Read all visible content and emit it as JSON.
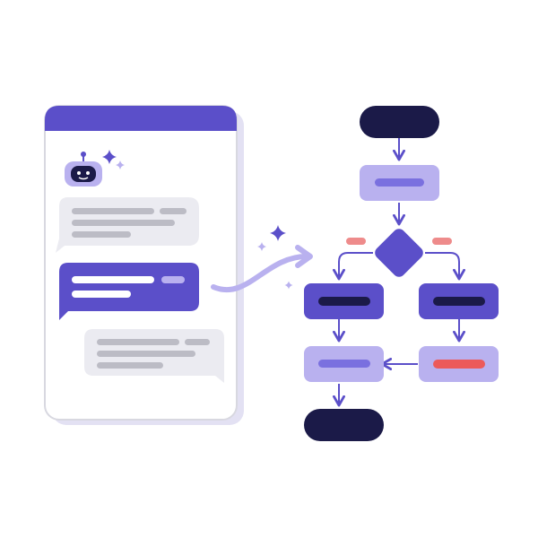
{
  "colors": {
    "background": "#ffffff",
    "primary": "#5b4fc9",
    "primary_light": "#b9b1ef",
    "navy": "#1b1a48",
    "bar_light": "#7a70df",
    "alert": "#ec5a5a",
    "alert_soft": "#ee8b8b",
    "gray": "#bcbcc5",
    "gray_dark": "#9fa0ab",
    "bubble_bg": "#ebebf1",
    "panel_border": "#d8d8e0",
    "panel_shadow": "#e3e1f3",
    "white": "#ffffff"
  },
  "icons": {
    "assistant": "robot-icon",
    "sparkle": "sparkle-icon",
    "transform": "curved-arrow-icon",
    "decision": "diamond-icon",
    "flow": "arrow-down-icon"
  },
  "chat": {
    "messages": [
      {
        "sender": "assistant",
        "style": "light",
        "lines": 3
      },
      {
        "sender": "user",
        "style": "primary",
        "lines": 2
      },
      {
        "sender": "assistant",
        "style": "light",
        "lines": 3
      }
    ]
  },
  "flowchart": {
    "nodes": [
      {
        "id": "start",
        "kind": "terminal",
        "style": "navy"
      },
      {
        "id": "step-1",
        "kind": "process",
        "style": "light"
      },
      {
        "id": "decision",
        "kind": "decision",
        "style": "primary"
      },
      {
        "id": "branch-left",
        "kind": "process",
        "style": "primary"
      },
      {
        "id": "branch-right",
        "kind": "process",
        "style": "primary"
      },
      {
        "id": "step-left",
        "kind": "process",
        "style": "light"
      },
      {
        "id": "step-right",
        "kind": "process",
        "style": "alert"
      },
      {
        "id": "end",
        "kind": "terminal",
        "style": "navy"
      }
    ],
    "edges": [
      [
        "start",
        "step-1"
      ],
      [
        "step-1",
        "decision"
      ],
      [
        "decision",
        "branch-left"
      ],
      [
        "decision",
        "branch-right"
      ],
      [
        "branch-left",
        "step-left"
      ],
      [
        "branch-right",
        "step-right"
      ],
      [
        "step-right",
        "step-left"
      ],
      [
        "step-left",
        "end"
      ]
    ]
  }
}
